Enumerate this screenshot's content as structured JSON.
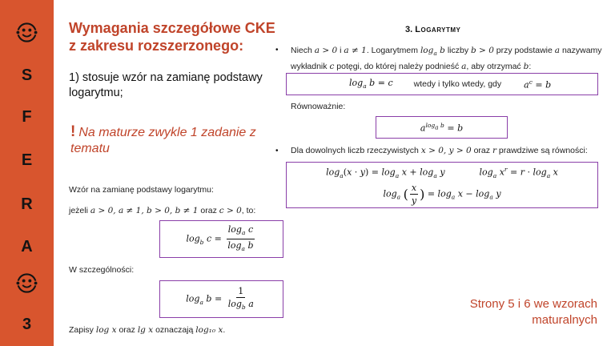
{
  "brand": {
    "letters": [
      "S",
      "F",
      "E",
      "R",
      "A",
      "3"
    ],
    "accent_color": "#d8552e",
    "icons": [
      "smiley-face-icon",
      "smiley-face-icon"
    ]
  },
  "left": {
    "title": "Wymagania szczegółowe CKE z zakresu rozszerzonego:",
    "requirement": "1) stosuje wzór na zamianę podstawy logarytmu;",
    "note_mark": "!",
    "note_text": "Na maturze zwykle 1 zadanie z tematu",
    "change_base_intro": "Wzór na zamianę podstawy logarytmu:",
    "condition_prefix": "jeżeli",
    "condition_math": "a > 0, a ≠ 1, b > 0, b ≠ 1",
    "condition_oraz": "oraz",
    "condition_math2": "c > 0",
    "condition_suffix": ", to:",
    "special_case_label": "W szczególności:",
    "notation_prefix": "Zapisy",
    "notation_logx": "log x",
    "notation_oraz": "oraz",
    "notation_lgx": "lg x",
    "notation_mid": "oznaczają",
    "notation_log10": "log₁₀ x",
    "notation_end": "."
  },
  "right": {
    "section_number": "3.",
    "section_title": "Logarytmy",
    "bullet1_pre": "Niech",
    "bullet1_cond": "a > 0",
    "bullet1_i": "i",
    "bullet1_cond2": "a ≠ 1",
    "bullet1_text1": ". Logarytmem",
    "bullet1_text2": "liczby",
    "bullet1_cond3": "b > 0",
    "bullet1_text3": "przy podstawie",
    "bullet1_text4": "nazywamy",
    "bullet1_line2a": "wykładnik",
    "bullet1_line2b": "potęgi, do której należy podnieść",
    "bullet1_line2c": ", aby otrzymać",
    "def_left": "log_a b = c",
    "def_middle": "wtedy i tylko wtedy, gdy",
    "def_right": "a^c = b",
    "equivalently": "Równoważnie:",
    "bullet2_pre": "Dla dowolnych liczb rzeczywistych",
    "bullet2_cond": "x > 0, y > 0",
    "bullet2_oraz": "oraz",
    "bullet2_post": "prawdziwe są równości:",
    "footer_note": "Strony 5 i 6 we wzorach maturalnych"
  },
  "colors": {
    "accent_text": "#c0442a",
    "box_border": "#8a3fa8"
  }
}
